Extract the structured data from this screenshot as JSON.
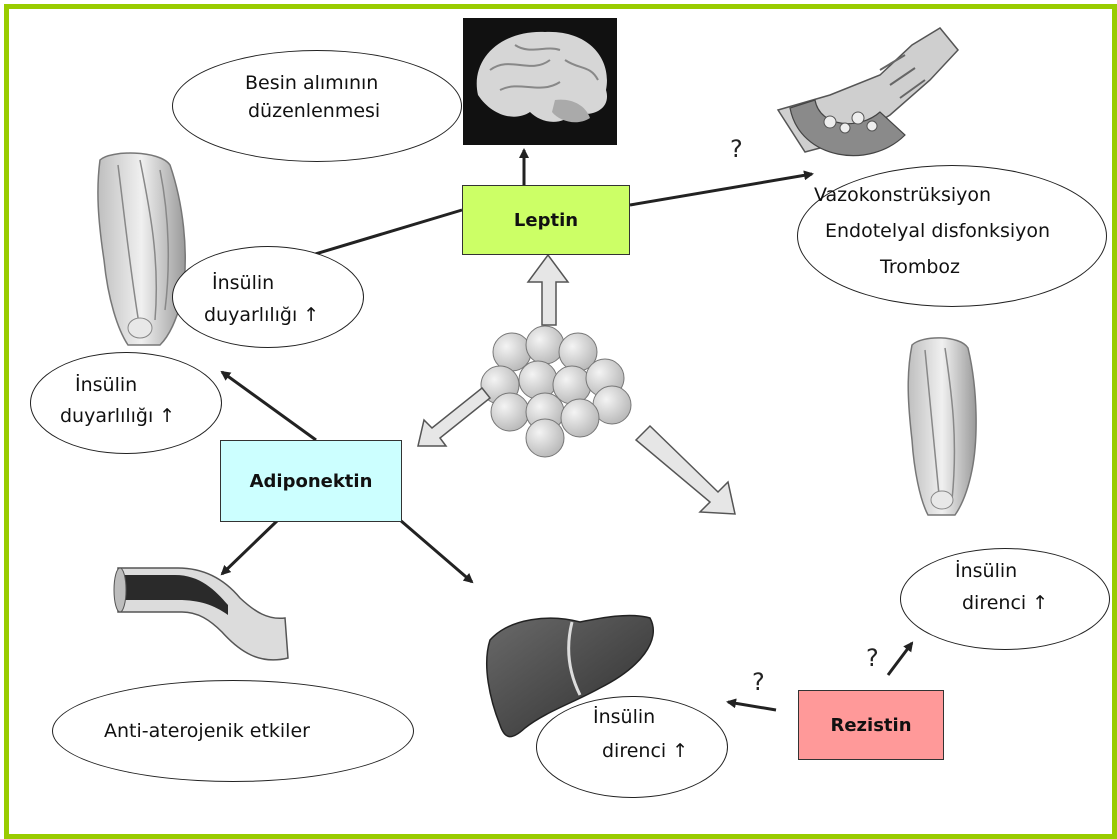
{
  "hormones": {
    "leptin": "Leptin",
    "adiponectin": "Adiponektin",
    "resistin": "Rezistin"
  },
  "effects": {
    "food_intake_line1": "Besin alımının",
    "food_intake_line2": "düzenlenmesi",
    "vascular_line1": "Vazokonstrüksiyon",
    "vascular_line2": "Endotelyal disfonksiyon",
    "vascular_line3": "Tromboz",
    "leptin_muscle_line1": "İnsülin",
    "leptin_muscle_line2": "duyarlılığı ↑",
    "adipo_muscle_line1": "İnsülin",
    "adipo_muscle_line2": "duyarlılığı ↑",
    "anti_atherogenic": "Anti-aterojenik etkiler",
    "resistin_muscle_line1": "İnsülin",
    "resistin_muscle_line2": "direnci ↑",
    "resistin_liver_line1": "İnsülin",
    "resistin_liver_line2": "direnci ↑"
  },
  "uncertain_marks": {
    "leptin_vessel": "?",
    "resistin_muscle": "?",
    "resistin_liver": "?"
  },
  "colors": {
    "frame": "#99cc00",
    "leptin_box": "#ccff66",
    "adiponectin_box": "#ccffff",
    "resistin_box": "#ff9999",
    "hollow_arrow_fill": "#e6e6e6",
    "adipocyte_fill": "#d9d9d9"
  }
}
